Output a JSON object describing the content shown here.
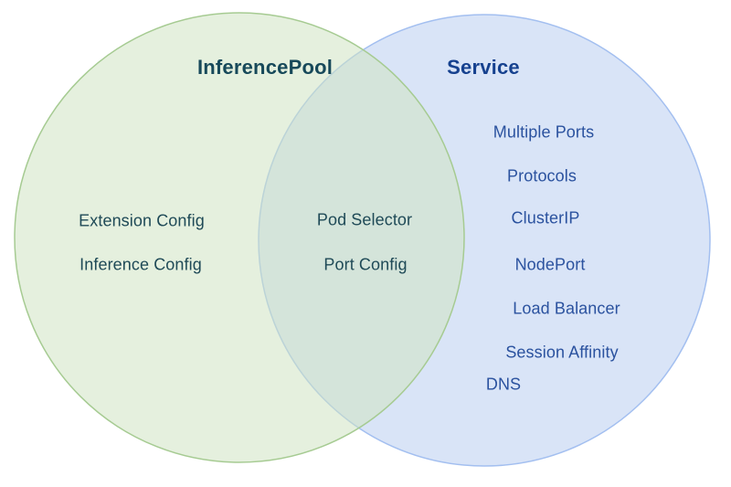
{
  "diagram": {
    "type": "venn",
    "left": {
      "title": "InferencePool",
      "items": [
        "Extension Config",
        "Inference Config"
      ],
      "fill": "#cfe3c2",
      "stroke": "#a6cb92",
      "title_color": "#17495a",
      "text_color": "#1f4a57"
    },
    "right": {
      "title": "Service",
      "items": [
        "Multiple Ports",
        "Protocols",
        "ClusterIP",
        "NodePort",
        "Load Balancer",
        "Session Affinity",
        "DNS"
      ],
      "fill": "#b9cdf0",
      "stroke": "#a3bff0",
      "title_color": "#16418f",
      "text_color": "#2b529f"
    },
    "overlap": {
      "items": [
        "Pod Selector",
        "Port Config"
      ],
      "text_color": "#1f4a57"
    },
    "background": "#ffffff"
  }
}
